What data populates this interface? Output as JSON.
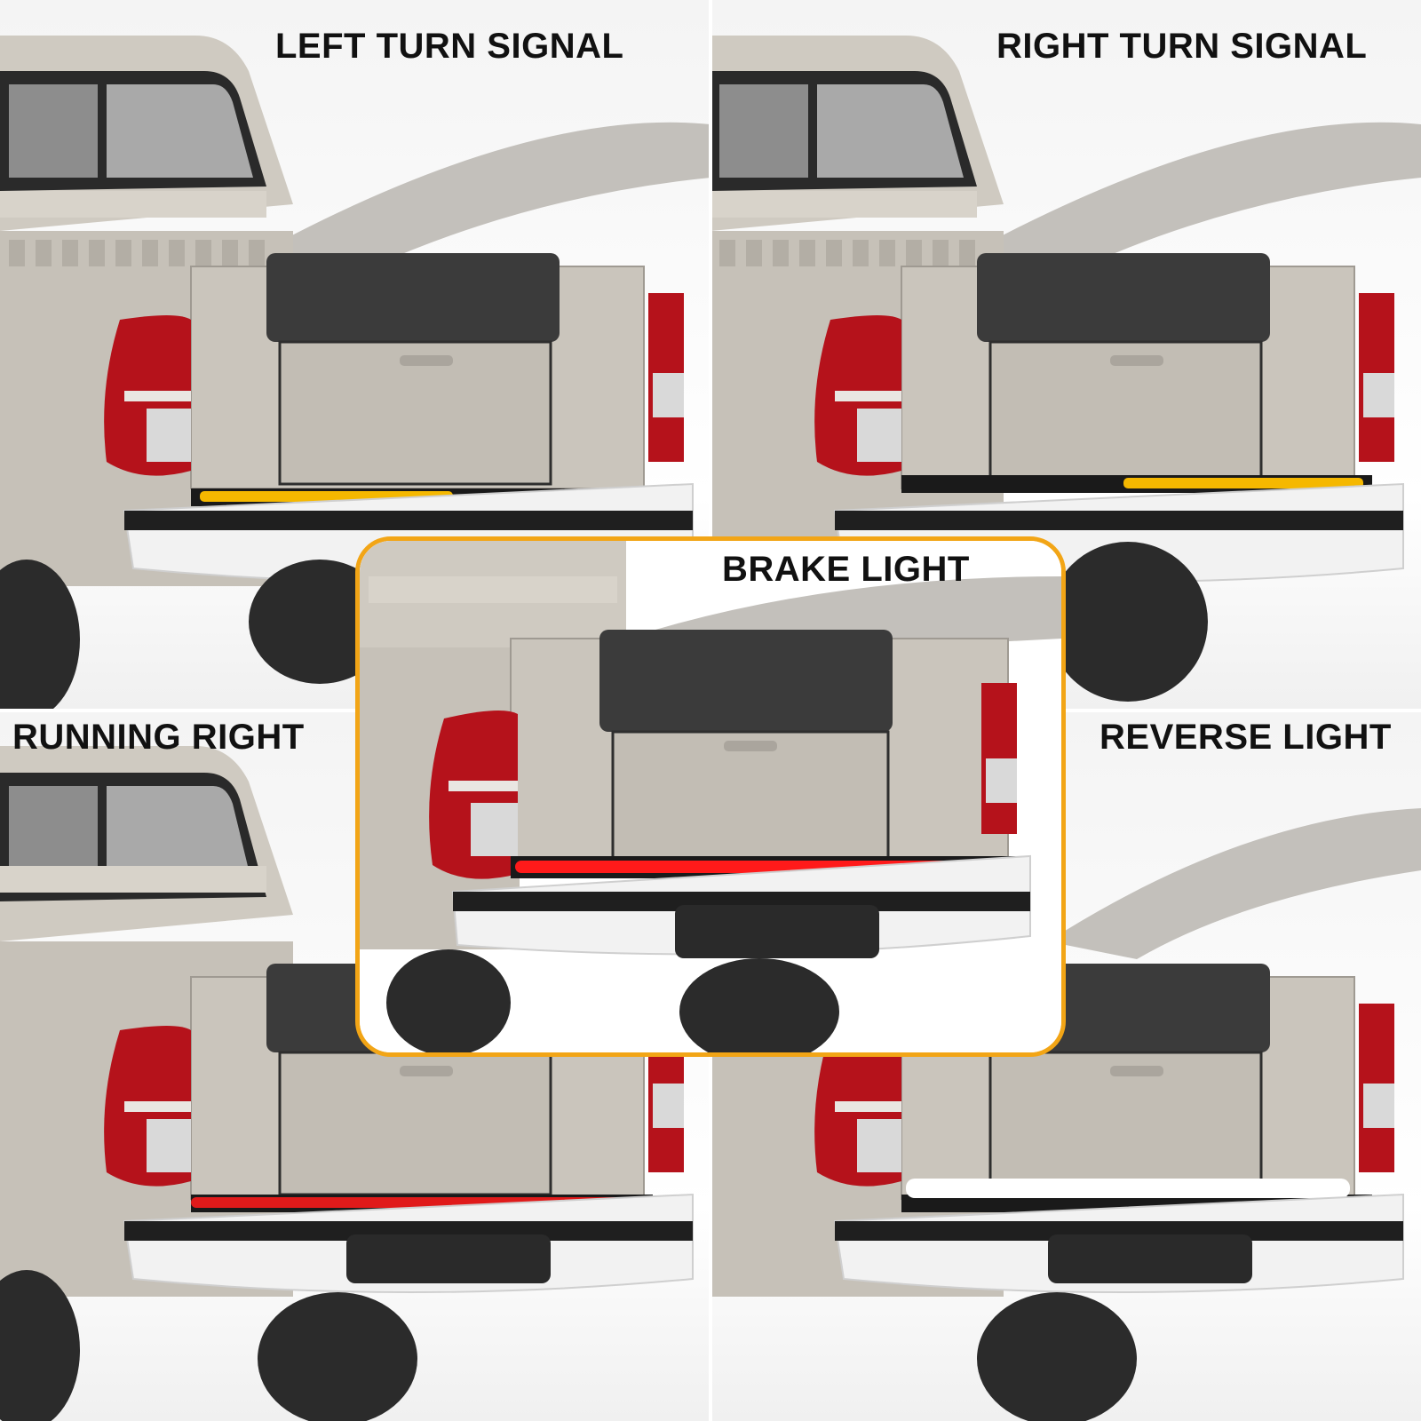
{
  "panels": {
    "top_left": {
      "label": "LEFT TURN SIGNAL",
      "bar_color": "#f5b800",
      "bar_mode": "left"
    },
    "top_right": {
      "label": "RIGHT TURN SIGNAL",
      "bar_color": "#f5b800",
      "bar_mode": "right"
    },
    "bottom_left": {
      "label": "RUNNING RIGHT",
      "bar_color": "#e01a1a",
      "bar_mode": "full"
    },
    "bottom_right": {
      "label": "REVERSE LIGHT",
      "bar_color": "#ffffff",
      "bar_mode": "full"
    },
    "center": {
      "label": "BRAKE LIGHT",
      "bar_color": "#ff1a1a",
      "bar_mode": "full"
    }
  },
  "colors": {
    "frame_border": "#f2a516",
    "truck_body": "#c9c4bb",
    "tailgate_pad": "#3a3a3a",
    "tail_light": "#b5121b",
    "bumper": "#f4f4f4"
  }
}
